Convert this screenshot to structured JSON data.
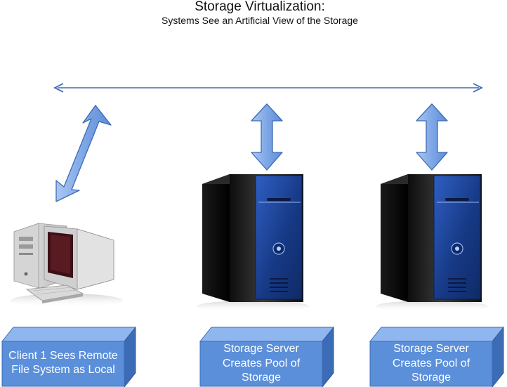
{
  "title": "Storage Virtualization:",
  "subtitle": "Systems See an Artificial View of the Storage",
  "boxes": [
    {
      "label": "Client 1 Sees Remote File System as Local"
    },
    {
      "label": "Storage Server Creates Pool of Storage"
    },
    {
      "label": "Storage Server Creates Pool of Storage"
    }
  ],
  "colors": {
    "arrow_fill": "#8fb4ec",
    "arrow_stroke": "#3d6bb3",
    "box_front": "#5b8fda",
    "box_top": "#8fb6ee",
    "box_side": "#3d6cb6",
    "server_panel": "#1b3e8c"
  },
  "icons": [
    "client-computer-icon",
    "storage-server-tower-icon",
    "storage-server-tower-icon"
  ]
}
